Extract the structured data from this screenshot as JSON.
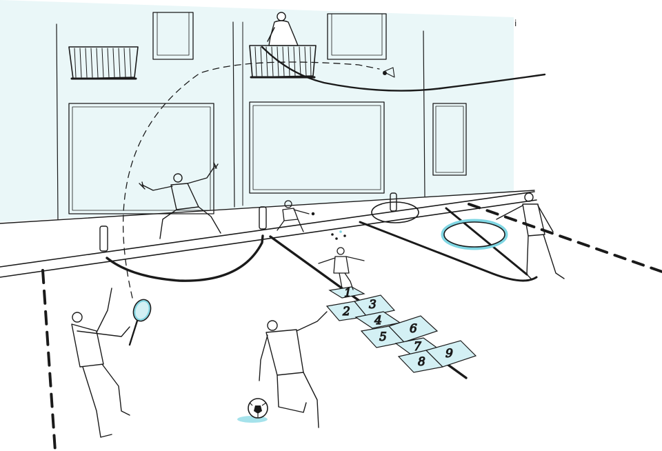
{
  "colors": {
    "wall_tint": "#eaf7f8",
    "accent_cyan": "#7fd6e3",
    "accent_cyan_light": "#d3f0f4",
    "ink": "#1a1a1a",
    "ground": "#ffffff"
  },
  "hopscotch": {
    "labels": [
      "1",
      "2",
      "3",
      "4",
      "5",
      "6",
      "7",
      "8",
      "9"
    ]
  },
  "corner_mark": "ⅰ",
  "icons": {
    "ball": "soccer-ball-icon",
    "racket": "tennis-racket-icon",
    "shuttlecock": "shuttlecock-icon",
    "hoop": "hula-hoop-icon"
  }
}
